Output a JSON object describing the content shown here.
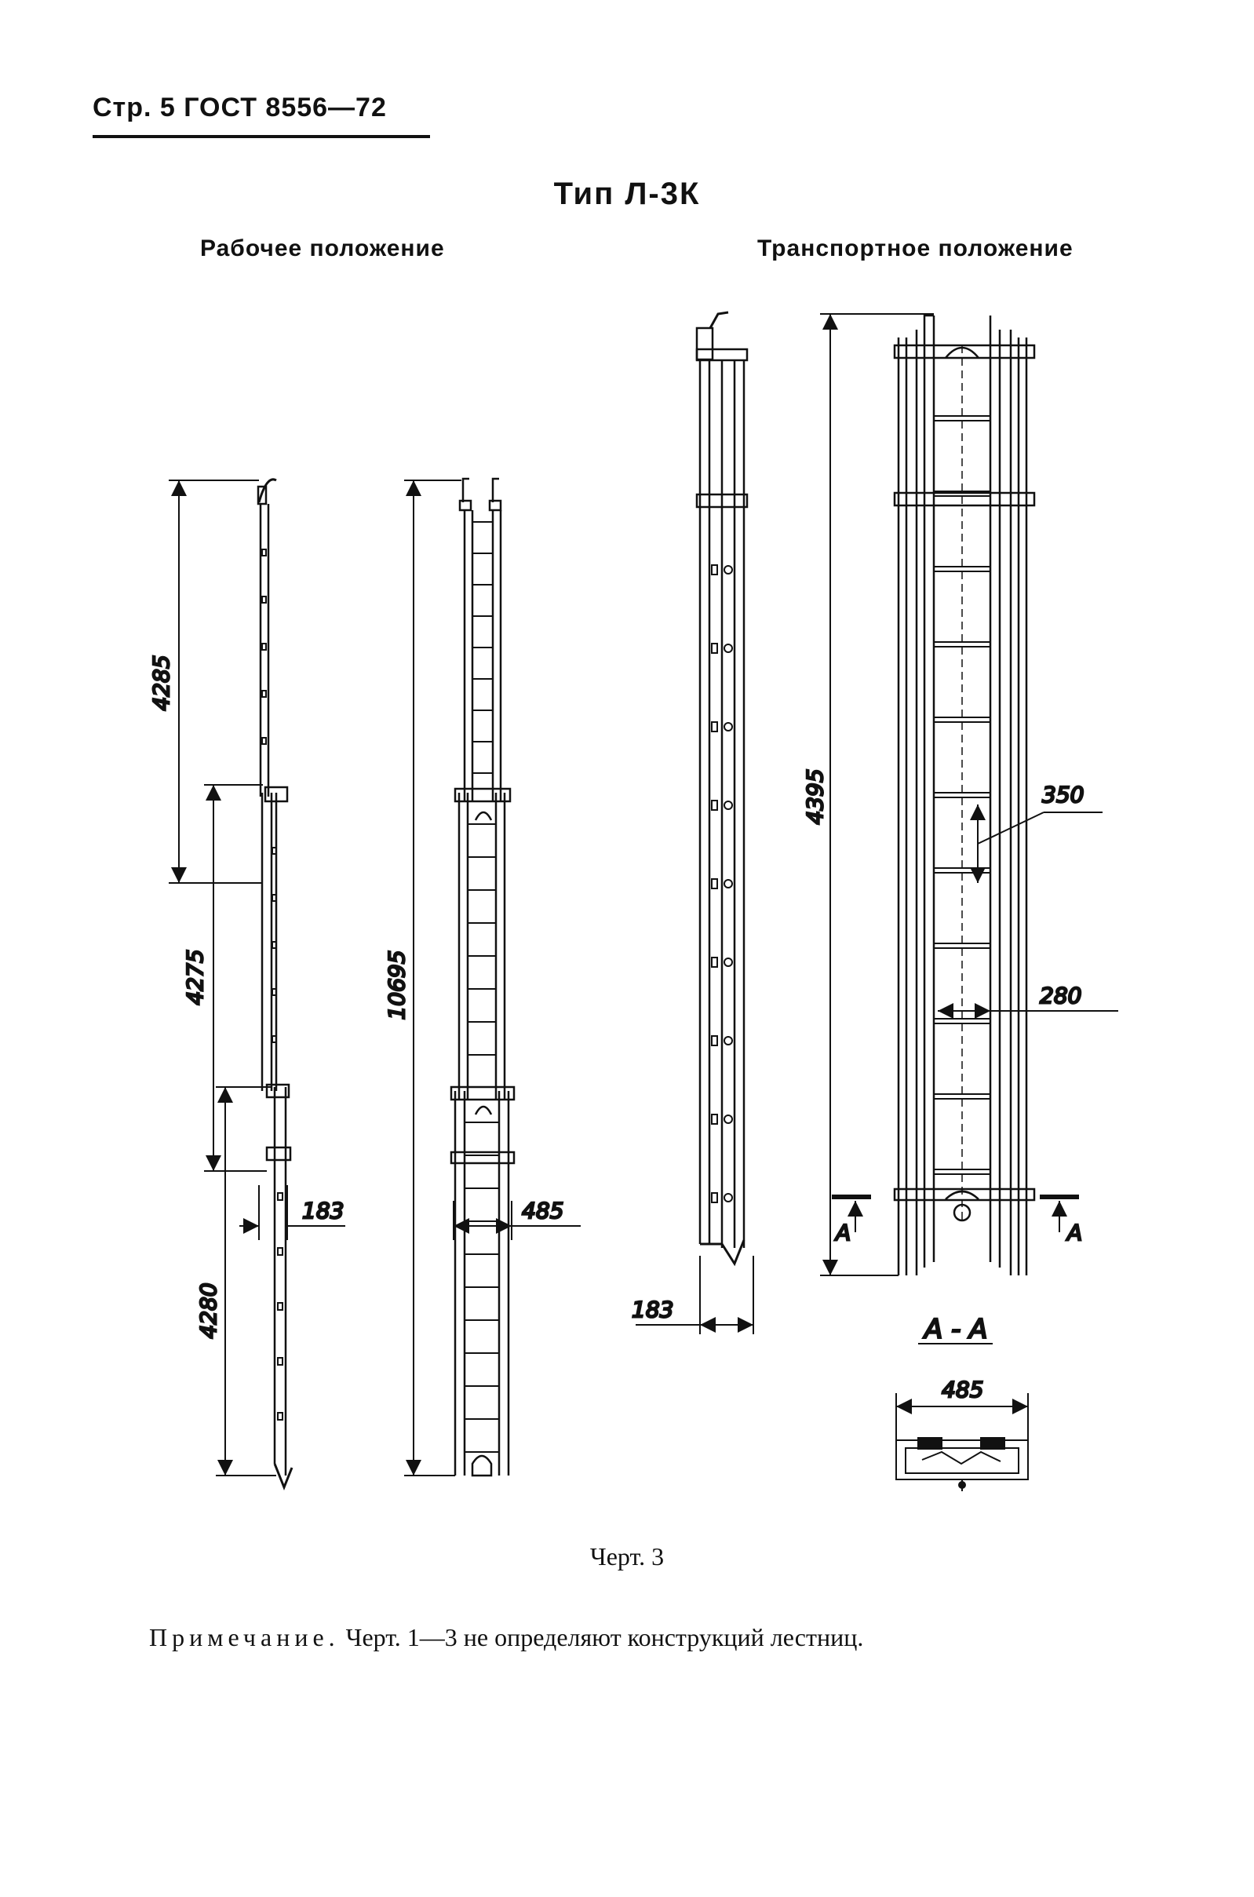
{
  "header": {
    "text": "Стр. 5 ГОСТ 8556—72"
  },
  "title": "Тип Л-3К",
  "left_view": {
    "title": "Рабочее положение",
    "dims": {
      "d1": "4285",
      "d2": "4275",
      "d3": "4280",
      "width1": "183",
      "total": "10695",
      "width2": "485"
    }
  },
  "right_view": {
    "title": "Транспортное положение",
    "dims": {
      "width1": "183",
      "height": "4395",
      "step": "350",
      "inner": "280",
      "section_mark": "А",
      "section_title": "А - А",
      "section_width": "485"
    }
  },
  "caption": "Черт. 3",
  "note": {
    "label": "Примечание.",
    "text": " Черт. 1—3 не определяют конструкций лестниц."
  },
  "colors": {
    "ink": "#111111",
    "paper": "#ffffff"
  }
}
